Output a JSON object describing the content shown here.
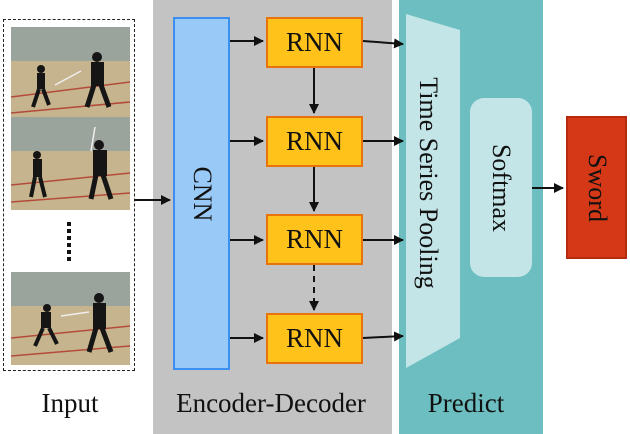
{
  "sections": {
    "input": "Input",
    "encoder_decoder": "Encoder-Decoder",
    "predict": "Predict"
  },
  "blocks": {
    "cnn": "CNN",
    "rnn": [
      "RNN",
      "RNN",
      "RNN",
      "RNN"
    ],
    "time_series_pooling": "Time Series Pooling",
    "softmax": "Softmax",
    "output": "Sword"
  },
  "colors": {
    "encoder_bg": "#c3c3c3",
    "predict_bg": "#6cbec0",
    "cnn_fill": "#99c9f7",
    "cnn_border": "#3a8ff0",
    "rnn_fill": "#ffc21a",
    "rnn_border": "#e8720c",
    "pooling_fill": "#c3e5e7",
    "softmax_fill": "#c3e5e7",
    "output_fill": "#d53816"
  }
}
